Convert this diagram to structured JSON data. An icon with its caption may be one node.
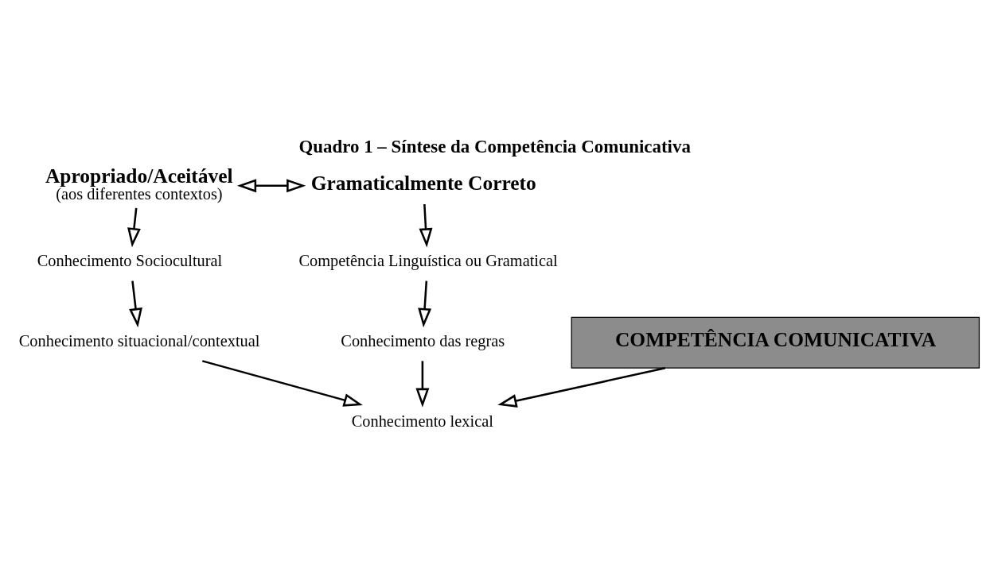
{
  "diagram": {
    "title": "Quadro 1 – Síntese da Competência Comunicativa",
    "nodes": [
      {
        "text": [
          "Apropriado/Aceitável",
          "(aos diferentes contextos)"
        ]
      },
      {
        "text": [
          "Gramaticalmente Correto"
        ]
      },
      {
        "text": [
          "Conhecimento Sociocultural"
        ]
      },
      {
        "text": [
          "Conhecimento situacional/contextual"
        ]
      },
      {
        "text": [
          "Competência Linguística ou Gramatical"
        ]
      },
      {
        "text": [
          "Conhecimento das regras"
        ]
      },
      {
        "text": [
          "Conhecimento lexical"
        ]
      },
      {
        "text": [
          "COMPETÊNCIA COMUNICATIVA"
        ]
      }
    ],
    "edges": [
      {
        "from": 0,
        "to": 1,
        "arrow": "both"
      },
      {
        "from": 0,
        "to": 2,
        "arrow": "to"
      },
      {
        "from": 2,
        "to": 3,
        "arrow": "to"
      },
      {
        "from": 1,
        "to": 4,
        "arrow": "to"
      },
      {
        "from": 4,
        "to": 5,
        "arrow": "to"
      },
      {
        "from": 3,
        "to": 6,
        "arrow": "to"
      },
      {
        "from": 5,
        "to": 6,
        "arrow": "to"
      },
      {
        "from": 7,
        "to": 6,
        "arrow": "to"
      }
    ]
  }
}
